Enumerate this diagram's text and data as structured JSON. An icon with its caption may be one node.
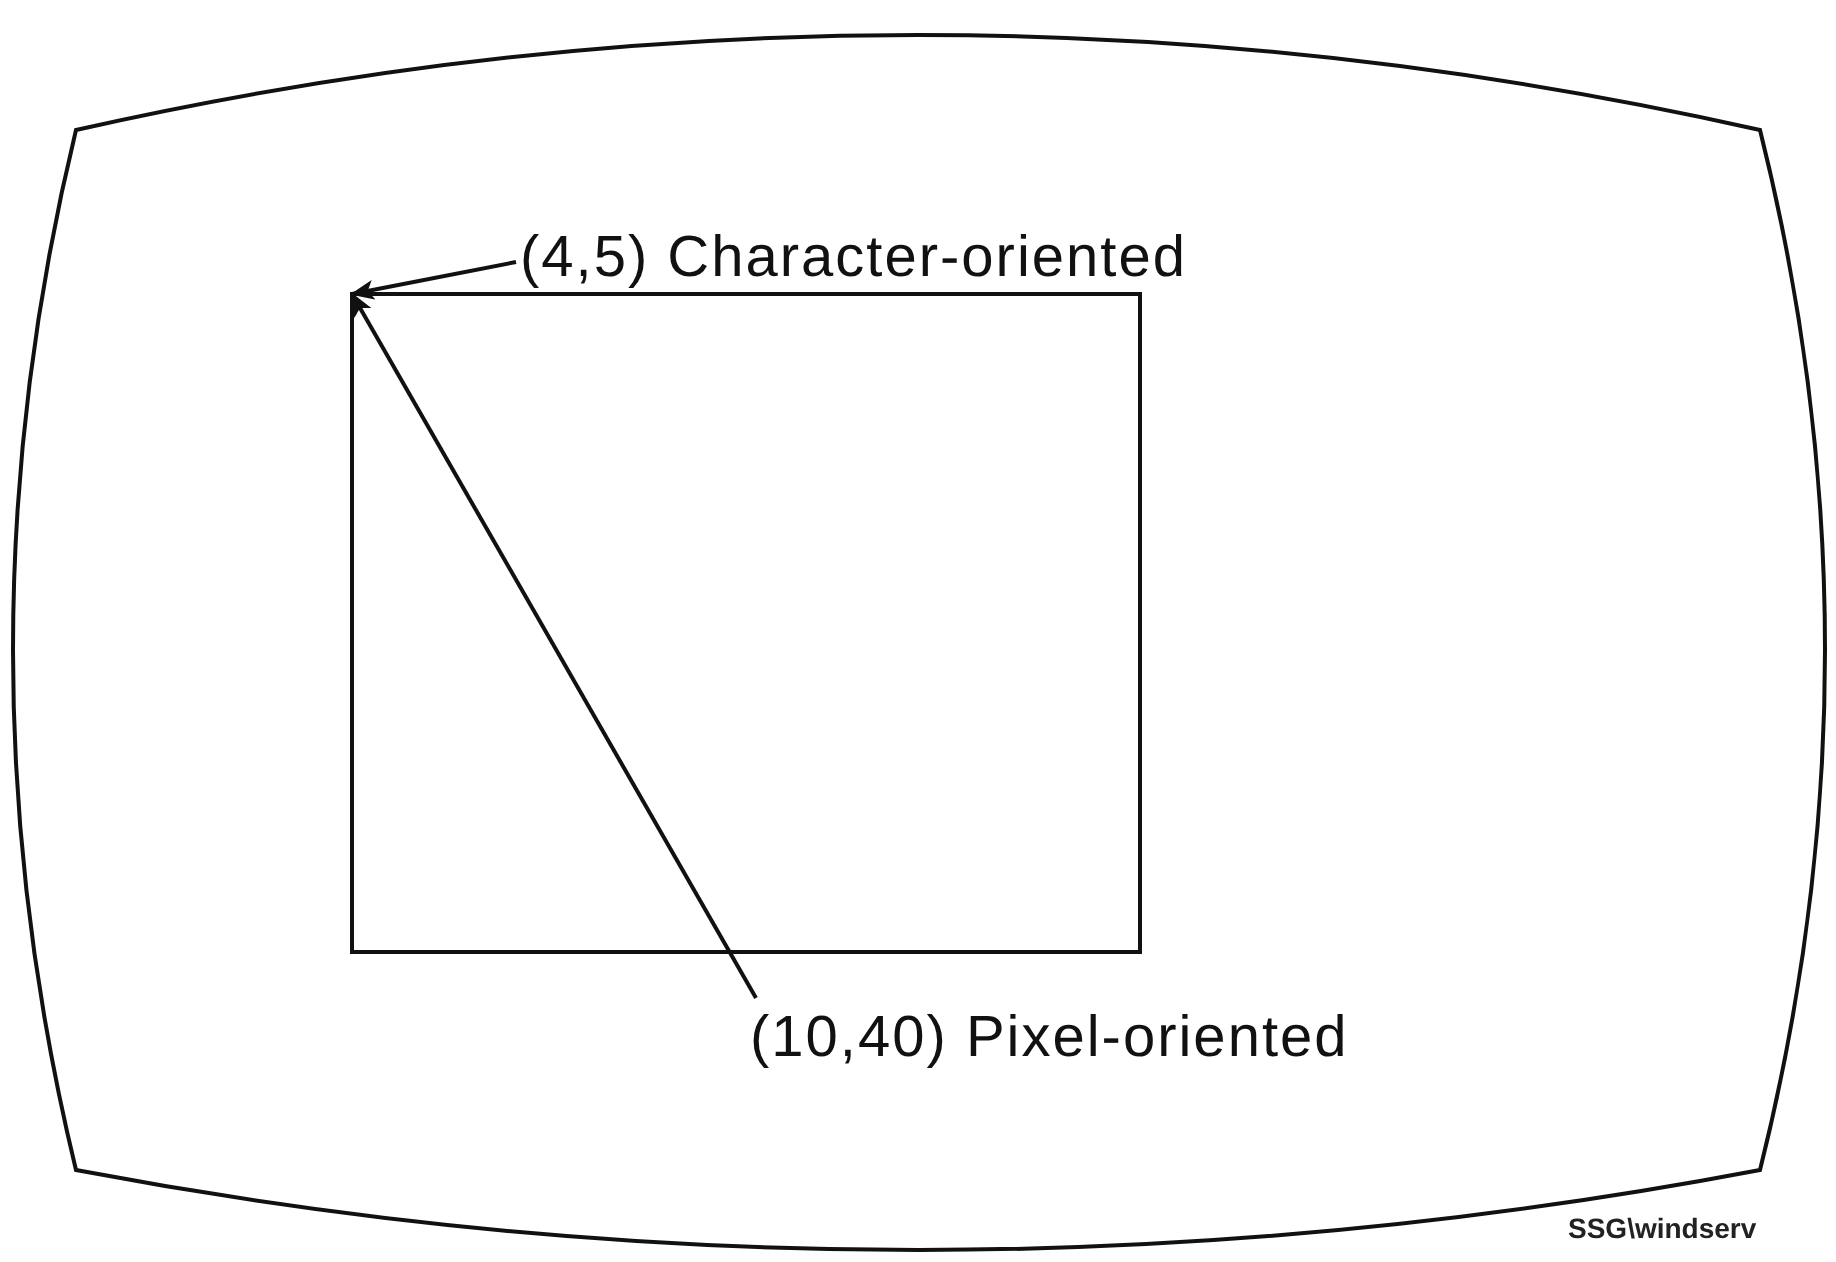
{
  "diagram": {
    "nodes": [
      {
        "text": [],
        "shape": "box"
      },
      {
        "text": [
          "(4,5) Character-oriented"
        ]
      },
      {
        "text": [
          "(10,40) Pixel-oriented"
        ]
      }
    ],
    "edges": [
      {
        "from": 1,
        "to": 0,
        "arrow": "to"
      },
      {
        "from": 2,
        "to": 0,
        "arrow": "to"
      }
    ],
    "labels": [
      "SSG\\windserv"
    ]
  }
}
